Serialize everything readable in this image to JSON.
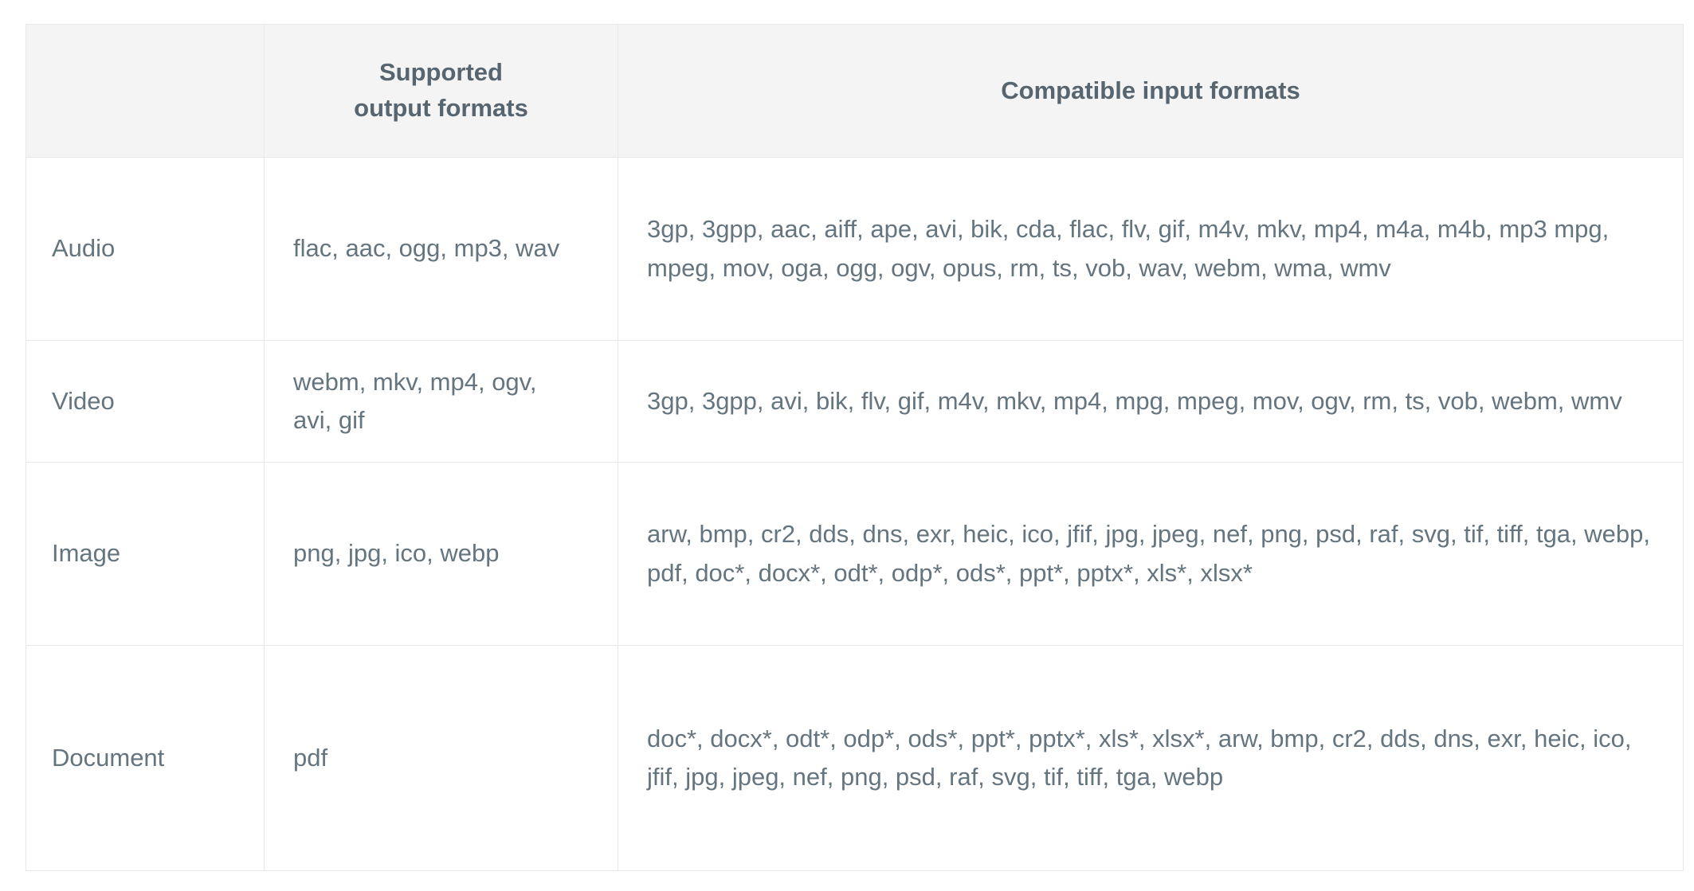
{
  "table": {
    "headers": {
      "type": "",
      "output": "Supported\noutput formats",
      "output_line1": "Supported",
      "output_line2": "output formats",
      "input": "Compatible input formats"
    },
    "rows": [
      {
        "type": "Audio",
        "output_formats": "flac, aac, ogg, mp3, wav",
        "input_formats": "3gp, 3gpp, aac, aiff, ape, avi, bik, cda, flac, flv, gif, m4v, mkv, mp4, m4a, m4b, mp3 mpg, mpeg, mov, oga, ogg, ogv, opus, rm, ts, vob, wav, webm, wma, wmv"
      },
      {
        "type": "Video",
        "output_formats": "webm, mkv, mp4, ogv, avi, gif",
        "input_formats": "3gp, 3gpp, avi, bik, flv, gif, m4v, mkv, mp4, mpg, mpeg, mov, ogv, rm, ts, vob, webm, wmv"
      },
      {
        "type": "Image",
        "output_formats": "png, jpg, ico, webp",
        "input_formats": "arw, bmp, cr2, dds, dns, exr, heic, ico, jfif, jpg, jpeg, nef, png, psd, raf, svg, tif, tiff, tga, webp, pdf, doc*, docx*, odt*, odp*, ods*, ppt*, pptx*, xls*, xlsx*"
      },
      {
        "type": "Document",
        "output_formats": "pdf",
        "input_formats": "doc*, docx*, odt*, odp*, ods*, ppt*, pptx*, xls*, xlsx*, arw, bmp, cr2, dds, dns, exr, heic, ico, jfif, jpg, jpeg, nef, png, psd, raf, svg, tif, tiff, tga, webp"
      }
    ]
  },
  "colors": {
    "header_background": "#f4f4f4",
    "header_text": "#56656f",
    "body_text": "#65757f",
    "border": "#e7e9e9",
    "page_background": "#ffffff"
  }
}
